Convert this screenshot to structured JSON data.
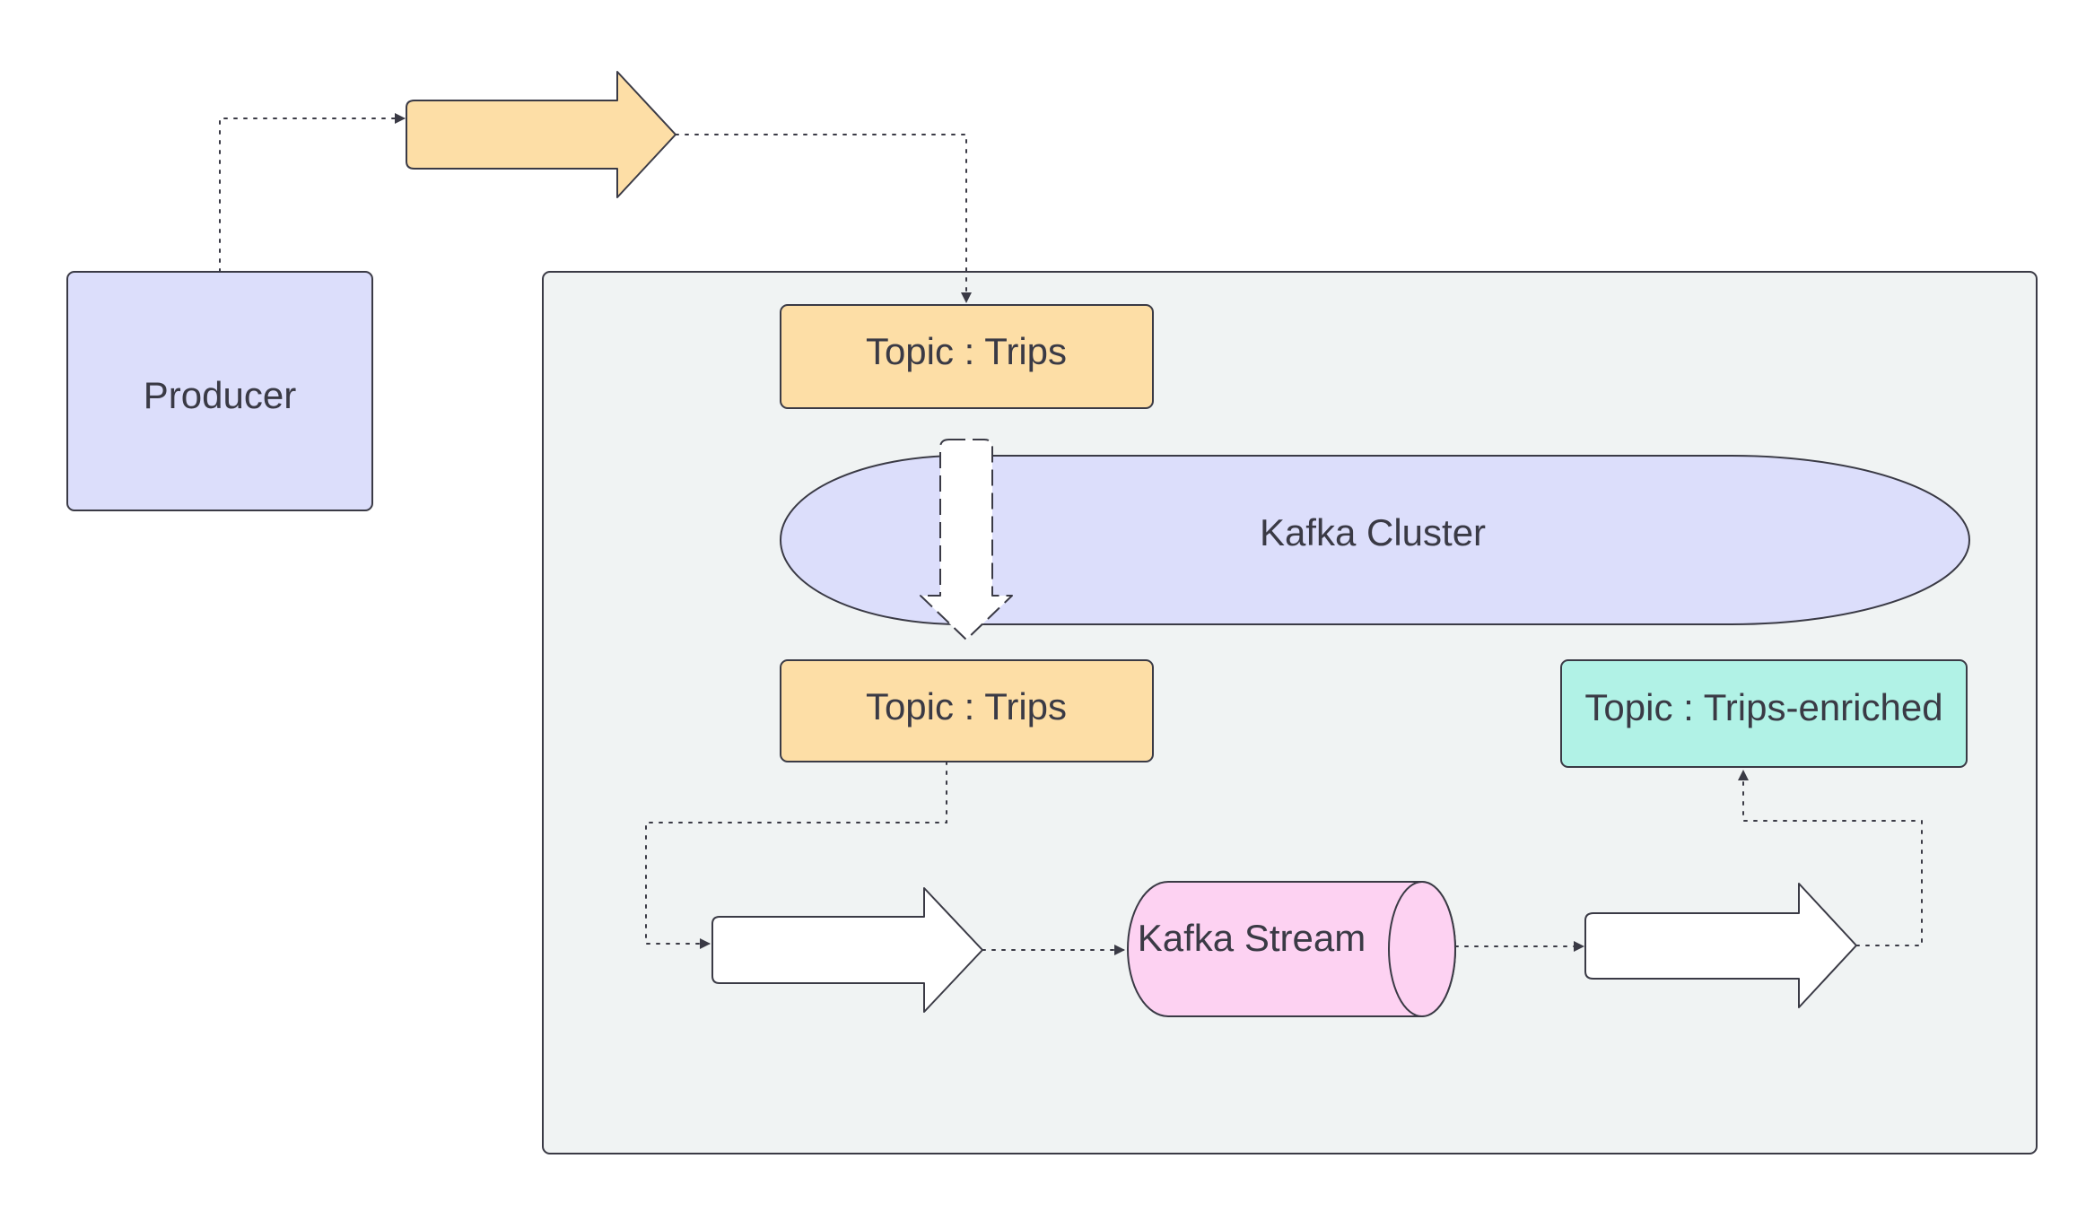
{
  "nodes": {
    "producer": {
      "label": "Producer"
    },
    "topic_trips_top": {
      "label": "Topic : Trips"
    },
    "kafka_cluster": {
      "label": "Kafka Cluster"
    },
    "topic_trips_bottom": {
      "label": "Topic : Trips"
    },
    "topic_trips_enriched": {
      "label": "Topic : Trips-enriched"
    },
    "kafka_stream": {
      "label": "Kafka Stream"
    }
  },
  "colors": {
    "producer_fill": "#dcdefb",
    "topic_fill": "#fddea6",
    "cluster_fill": "#dcdefb",
    "enriched_fill": "#b1f2e6",
    "stream_fill": "#fdd2f2",
    "container_fill": "#f0f3f3",
    "stroke": "#3a3a45"
  }
}
